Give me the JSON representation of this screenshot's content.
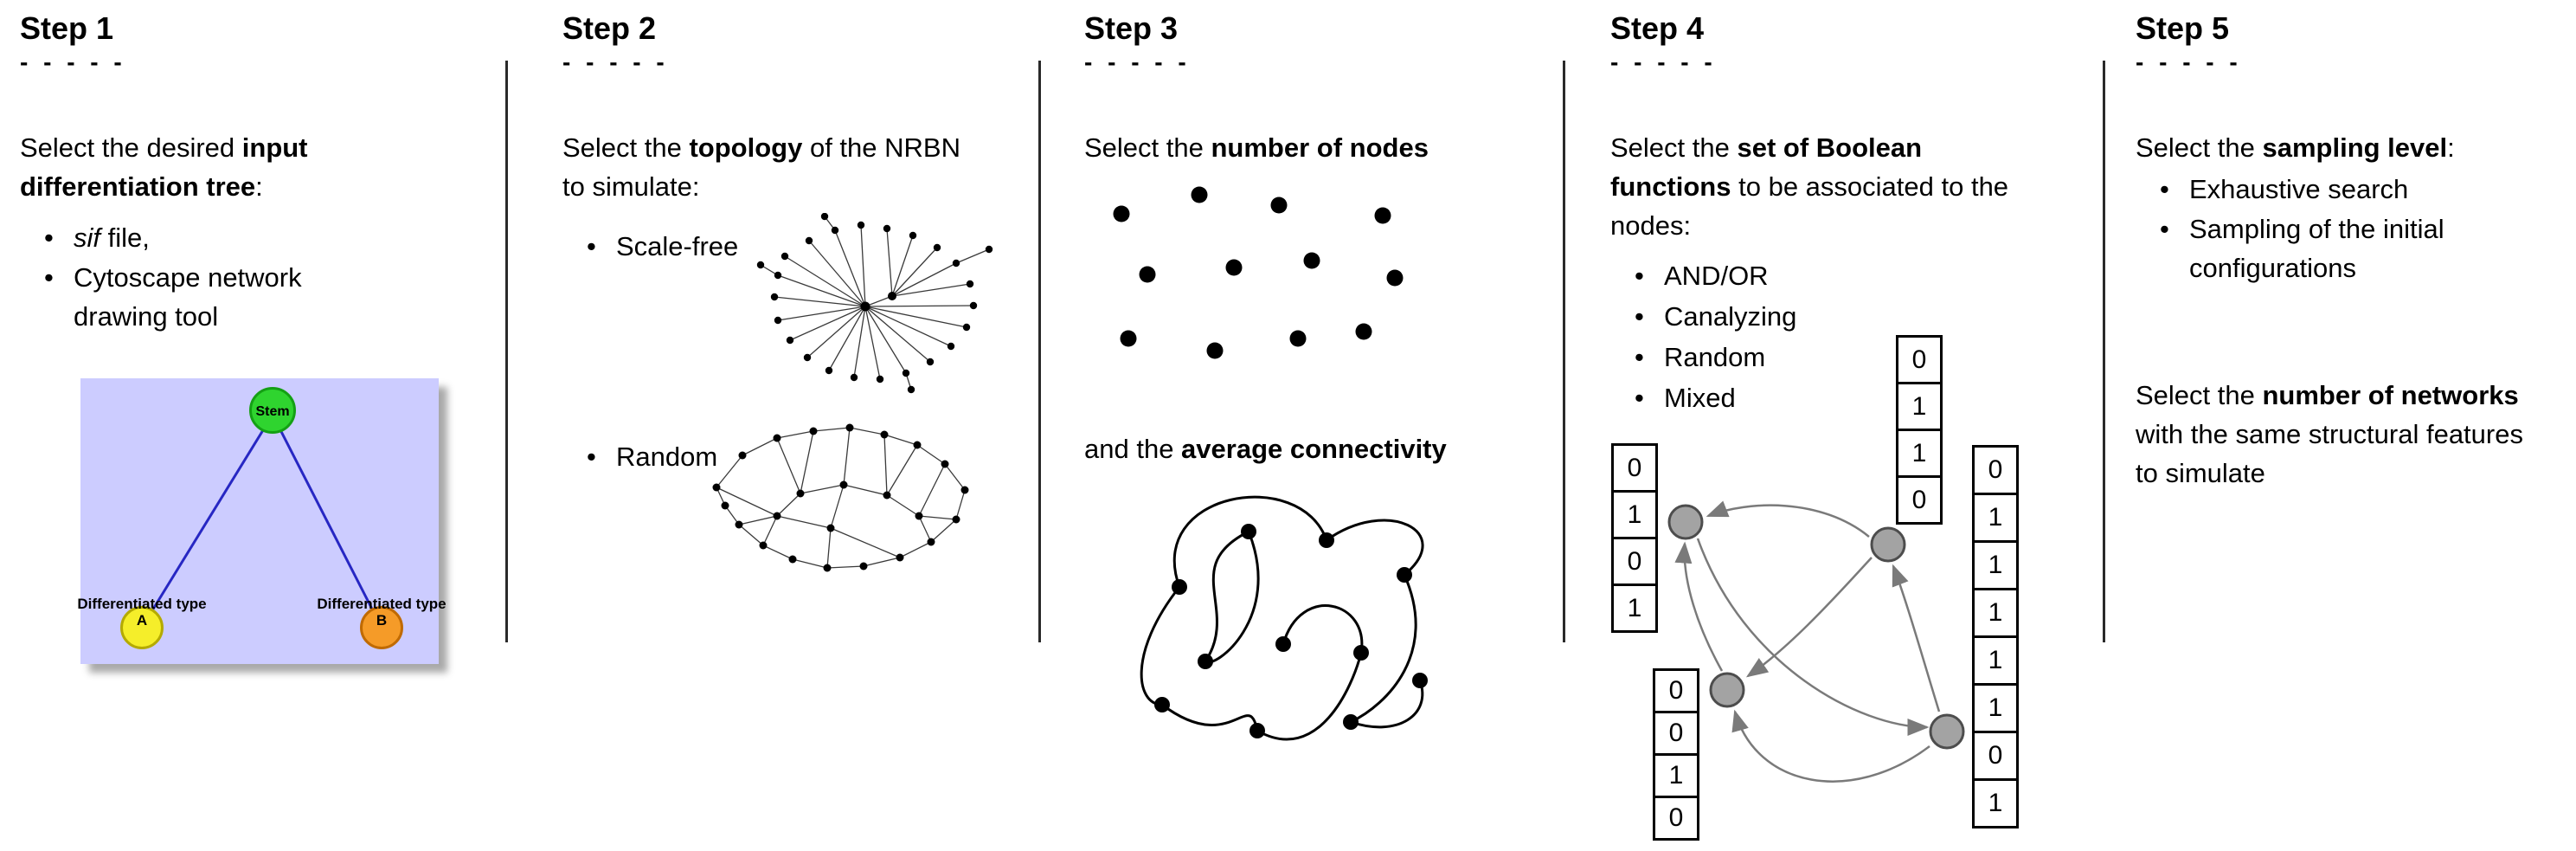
{
  "bullet": "•",
  "colors": {
    "tree_background": "#ccccff",
    "stem_fill": "#2fd42f",
    "type_a_fill": "#f5ee2a",
    "type_b_fill": "#f59b28",
    "tree_edge_blue": "#2727c3",
    "boolean_node_gray": "#a3a3a3",
    "arrow_gray": "#7a7a7a"
  },
  "steps": [
    {
      "title": "Step 1",
      "dashes": "- - - - -",
      "intro": {
        "pre": "Select the desired ",
        "bold": "input differentiation tree",
        "post": ":"
      },
      "bullets": [
        {
          "italic": "sif",
          "rest": " file,"
        },
        {
          "text": "Cytoscape network drawing tool"
        }
      ],
      "tree": {
        "stem": "Stem",
        "type_a": "Differentiated type A",
        "type_b": "Differentiated type B"
      }
    },
    {
      "title": "Step 2",
      "dashes": "- - - - -",
      "intro": {
        "pre": "Select the ",
        "bold": "topology",
        "post": " of the NRBN to simulate:"
      },
      "bullets": [
        {
          "text": "Scale-free"
        },
        {
          "text": "Random"
        }
      ]
    },
    {
      "title": "Step 3",
      "dashes": "- - - - -",
      "line1": {
        "pre": "Select the ",
        "bold": "number of nodes"
      },
      "line2": {
        "pre": "and the ",
        "bold": "average connectivity"
      }
    },
    {
      "title": "Step 4",
      "dashes": "- - - - -",
      "intro": {
        "pre": "Select the ",
        "bold": "set of Boolean functions",
        "post": " to be associated to the nodes:"
      },
      "bullets": [
        {
          "text": "AND/OR"
        },
        {
          "text": "Canalyzing"
        },
        {
          "text": "Random"
        },
        {
          "text": "Mixed"
        }
      ],
      "tables": {
        "left": [
          "0",
          "1",
          "0",
          "1"
        ],
        "top": [
          "0",
          "1",
          "1",
          "0"
        ],
        "right": [
          "0",
          "1",
          "1",
          "1",
          "1",
          "1",
          "0",
          "1"
        ],
        "bottom": [
          "0",
          "0",
          "1",
          "0"
        ]
      }
    },
    {
      "title": "Step 5",
      "dashes": "- - - - -",
      "intro": {
        "pre": "Select the ",
        "bold": "sampling level",
        "post": ":"
      },
      "bullets": [
        {
          "text": "Exhaustive search"
        },
        {
          "text": "Sampling of the initial configurations"
        }
      ],
      "second": {
        "pre": "Select the ",
        "bold": "number of networks",
        "post": " with the same structural features to simulate"
      }
    }
  ]
}
